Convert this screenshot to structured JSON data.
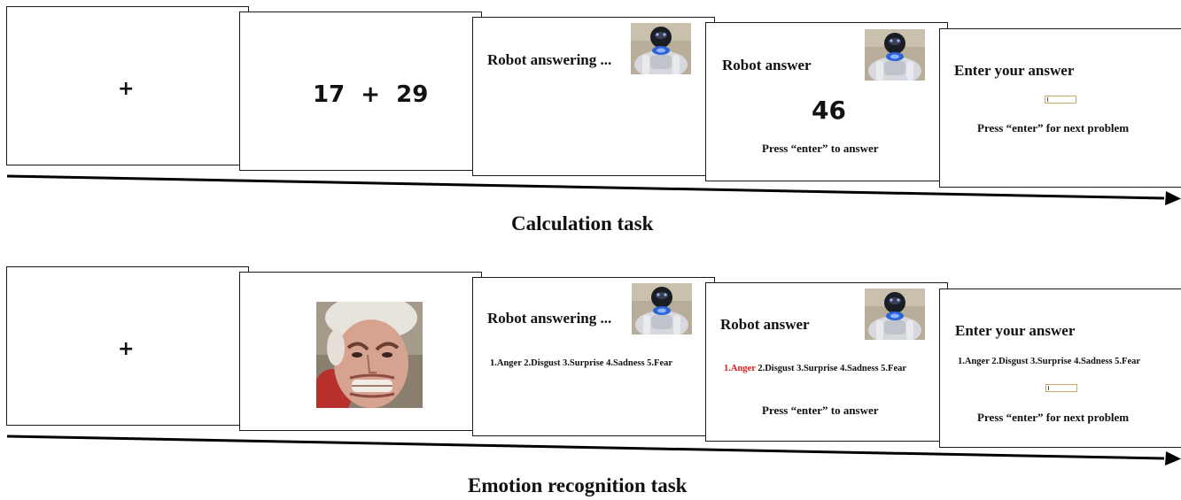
{
  "calculation_task": {
    "label": "Calculation task",
    "fixation": "+",
    "problem": "17  +  29",
    "robot_answering": "Robot answering ...",
    "robot_answer_title": "Robot answer",
    "robot_answer_value": "46",
    "press_to_answer": "Press “enter” to answer",
    "enter_your_answer": "Enter your answer",
    "press_next": "Press “enter” for next problem"
  },
  "emotion_task": {
    "label": "Emotion recognition task",
    "fixation": "+",
    "robot_answering": "Robot answering ...",
    "options_text": "1.Anger 2.Disgust 3.Surprise 4.Sadness 5.Fear",
    "robot_answer_title": "Robot answer",
    "selected_option": "1.Anger",
    "remaining_options": " 2.Disgust 3.Surprise 4.Sadness 5.Fear",
    "press_to_answer": "Press “enter” to answer",
    "enter_your_answer": "Enter your answer",
    "press_next": "Press “enter” for next problem"
  },
  "colors": {
    "selected_highlight": "#e21a1a",
    "border": "#1a1a1a",
    "input_border": "#c6a76c"
  },
  "icons": [
    "robot-image",
    "angry-face-image",
    "timeline-arrow"
  ]
}
